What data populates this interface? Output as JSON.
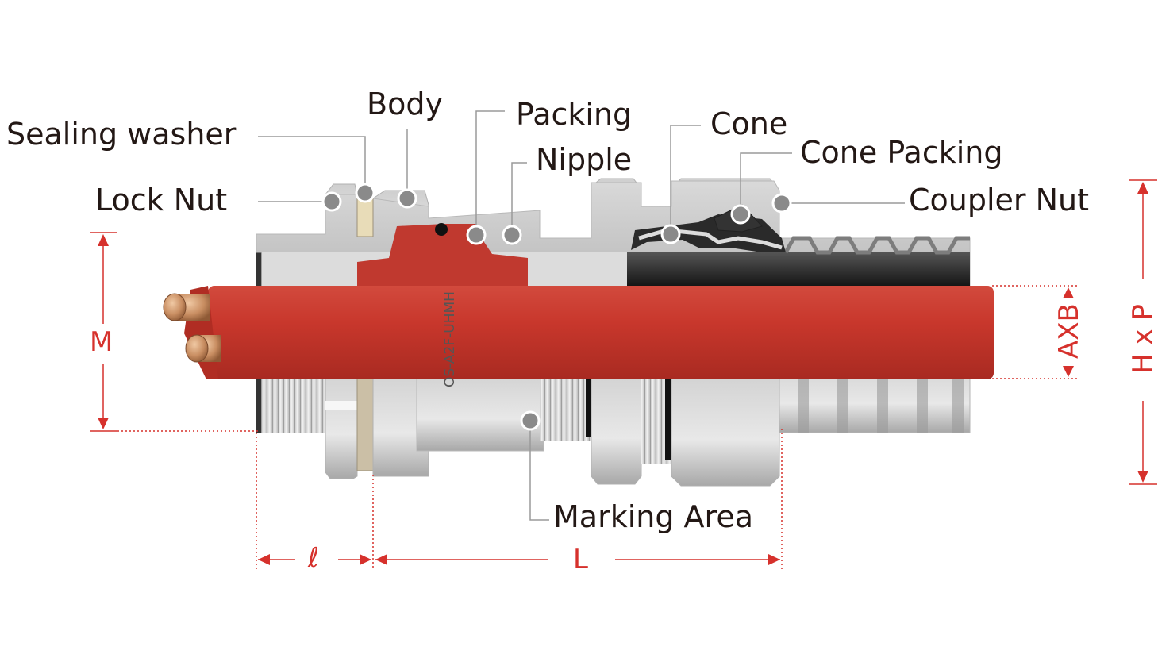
{
  "labels": {
    "sealing_washer": "Sealing washer",
    "lock_nut": "Lock Nut",
    "body": "Body",
    "packing": "Packing",
    "nipple": "Nipple",
    "cone": "Cone",
    "cone_packing": "Cone Packing",
    "coupler_nut": "Coupler Nut",
    "marking_area": "Marking Area"
  },
  "dimensions": {
    "m": "M",
    "ell": "ℓ",
    "l": "L",
    "axb": "AXB",
    "hxp": "H x P"
  },
  "marking_text": "OS-A2F-UHMH",
  "colors": {
    "dimension_red": "#d6312c",
    "cable_red": "#c8372c",
    "metal": "#d8d8d8",
    "callout_dot": "#8a8a8a",
    "leader_line": "#9a9a9a",
    "label_text": "#231815"
  }
}
